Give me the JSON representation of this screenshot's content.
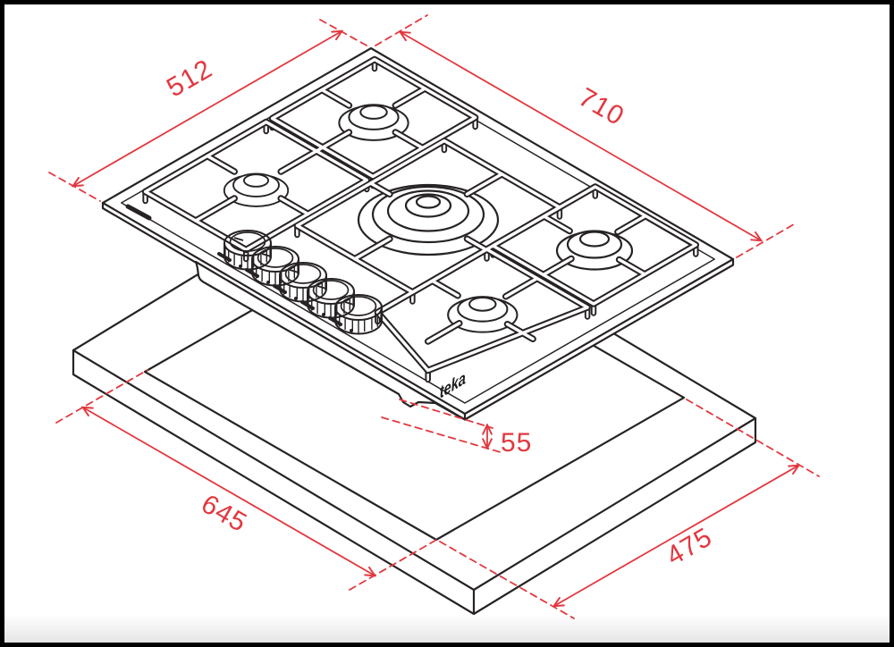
{
  "diagram": {
    "brand_logo": "teka",
    "dimension_labels": {
      "hob_width": "710",
      "hob_depth": "512",
      "built_in_depth": "55",
      "cutout_length": "645",
      "cutout_width": "475"
    },
    "colors": {
      "dimension_red": "#e2383f",
      "line_black": "#272324",
      "background": "#ffffff",
      "border": "#000000"
    }
  }
}
